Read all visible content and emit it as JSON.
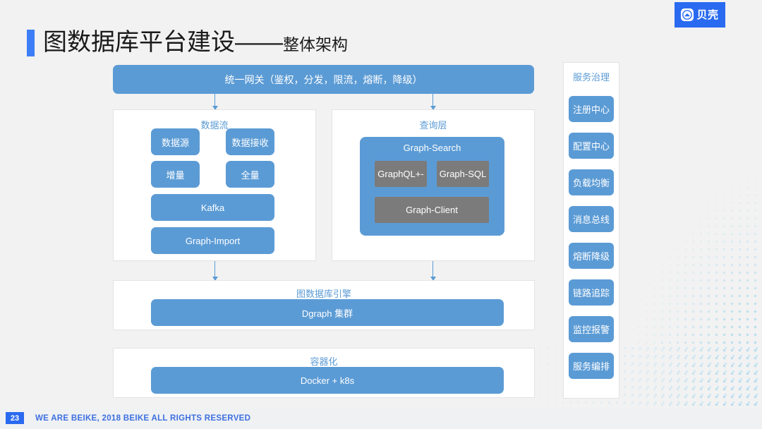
{
  "brand": {
    "wordmark": "贝壳",
    "logo_icon": "beike-house-icon",
    "logo_bg": "#2a6af0"
  },
  "slide": {
    "title_main": "图数据库平台建设——",
    "title_sub": "整体架构",
    "accent": "#3d7ef7",
    "box_blue": "#5b9bd5",
    "box_gray": "#7b7b7b",
    "background": "#f2f2f2"
  },
  "gateway": {
    "label": "统一网关（鉴权，分发，限流，熔断，降级）"
  },
  "dataflow": {
    "label": "数据流",
    "boxes": [
      {
        "label": "数据源"
      },
      {
        "label": "数据接收"
      },
      {
        "label": "增量"
      },
      {
        "label": "全量"
      },
      {
        "label": "Kafka"
      },
      {
        "label": "Graph-Import"
      }
    ]
  },
  "query": {
    "label": "查询层",
    "group_label": "Graph-Search",
    "items": [
      {
        "label": "GraphQL+-"
      },
      {
        "label": "Graph-SQL"
      },
      {
        "label": "Graph-Client"
      }
    ]
  },
  "engine": {
    "label": "图数据库引擎",
    "box": "Dgraph 集群"
  },
  "containerization": {
    "label": "容器化",
    "box": "Docker + k8s"
  },
  "governance": {
    "label": "服务治理",
    "items": [
      {
        "label": "注册中心"
      },
      {
        "label": "配置中心"
      },
      {
        "label": "负载均衡"
      },
      {
        "label": "消息总线"
      },
      {
        "label": "熔断降级"
      },
      {
        "label": "链路追踪"
      },
      {
        "label": "监控报警"
      },
      {
        "label": "服务编排"
      }
    ]
  },
  "footer": {
    "page_number": "23",
    "copyright": "WE ARE BEIKE, 2018 BEIKE ALL RIGHTS RESERVED"
  }
}
